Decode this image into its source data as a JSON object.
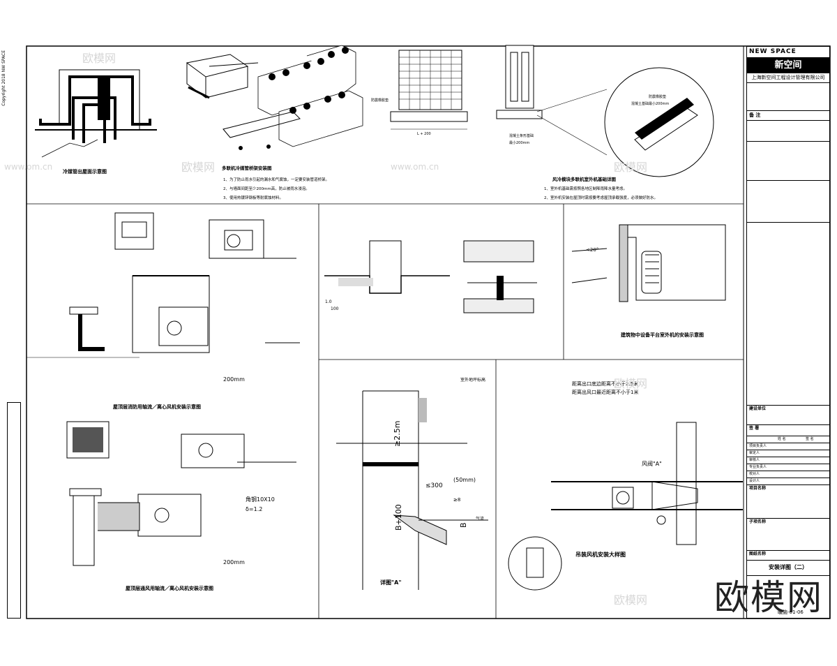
{
  "copyright": "Copyright 2018 NW SPACE",
  "titleblock": {
    "brand_en": "NEW SPACE",
    "brand_cn": "新空间",
    "company": "上海新空间工程设计管理有限公司",
    "notice_title": "备 注",
    "sections": [
      "建设单位",
      "签 署",
      "项目名称",
      "子项名称",
      "图纸名称"
    ],
    "sign_headers": [
      "姓 名",
      "签 名"
    ],
    "sign_roles": [
      "项目负责人",
      "审定人",
      "审核人",
      "专业负责人",
      "校对人",
      "设计人"
    ],
    "drawing_name": "安装详图（二）",
    "drawing_no": "暖施-01-06"
  },
  "drawings": {
    "d1_title": "冷媒管出屋面示意图",
    "d2_title": "多联机冷媒管桥架安装图",
    "d2_notes": [
      "1、为了防止雨水引起的漏水和气腐蚀，一定要安装管道桥架。",
      "2、与墙面间距至少200mm高，防止被雨水浸泡。",
      "3、使用热镀锌钢板等耐腐蚀材料。"
    ],
    "d3_title": "风冷模块多联机室外机基础详图",
    "d3_notes": [
      "1、室外机基础需按照各地区制降雨降水量考虑。",
      "2、室外机安装在屋顶时需按要考虑屋顶承载强度，必须做好防水。"
    ],
    "d3_label_pad": "防震橡胶垫",
    "d3_label_dim": "L + 200",
    "d3_label_concrete": "混凝土条形基础",
    "d3_label_min": "最小200mm",
    "d3_label_pad2": "防震橡胶垫",
    "d3_label_base": "混凝土基础最小200mm",
    "d4_title": "屋顶层消防用轴流／离心风机安装示意图",
    "d5_title": "屋顶层通风用轴流／离心风机安装示意图",
    "d4_dim": "200mm",
    "d5_dim": "200mm",
    "d5_steel": "角钢10X10",
    "d5_thk": "δ=1.2",
    "d6_title": "建筑物中设备平台室外机的安装示意图",
    "d6_angle": "<20°",
    "d7_dim1": "1.0",
    "d7_dim2": "100",
    "d8_title": "详图\"A\"",
    "d8_dim1": "≥2.5m",
    "d8_dim2": "≤300",
    "d8_dim3": "B+100",
    "d8_dim4": "B",
    "d8_dim5": "≥8",
    "d8_dim6": "(50mm)",
    "d8_label": "室外地坪标高",
    "d8_flow": "气流",
    "d9_title": "吊装风机安装大样图",
    "d9_tag": "风阀\"A\"",
    "d9_h1": "距离出口底边距离不小于2.5米",
    "d9_h2": "距离出风口最近距离不小于1米"
  },
  "watermark": "欧模网",
  "watermark_soft": [
    "欧模网",
    "www.om.cn"
  ]
}
